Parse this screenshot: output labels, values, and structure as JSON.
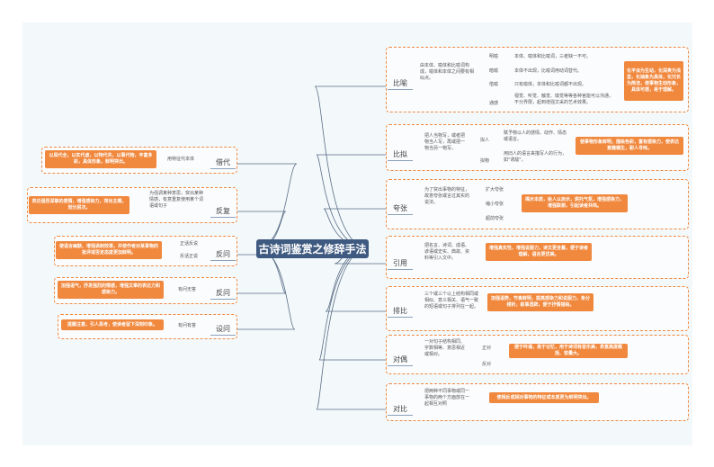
{
  "title": "古诗词鉴赏之修辞手法",
  "right": {
    "biyu": {
      "label": "比喻",
      "desc": "由本体、喻体和比喻词构成，喻体和本体之间要有相似点。",
      "subs": [
        {
          "name": "明喻",
          "text": "本体、喻体和比喻词，三者缺一不可。"
        },
        {
          "name": "暗喻",
          "text": "本体不出现，比喻词用动词替代。"
        },
        {
          "name": "借喻",
          "text": "只有喻体，本体和比喻词都不出现。"
        },
        {
          "name": "通感",
          "text": "视觉、听觉、触觉、嗅觉等等各种官能可以沟通，不分界限，起到增强文采的艺术效果。"
        }
      ],
      "effect": "化平淡为生动，化深奥为浅显，化抽象为具体，化冗长为简洁，使事物生动形象，具体可感，易于理解。"
    },
    "nirenn": {
      "label": "比拟",
      "desc": "把人当物写，或者把物当人写，再或把一物当另一物写。",
      "subs": [
        {
          "name": "拟人",
          "text": "赋予物以人的感情、动作、情态或语言。"
        },
        {
          "name": "拟物",
          "text": "用旧人的语言来描写人的行为，如\"诱敌\"。"
        }
      ],
      "effect": "使事物形象鲜明，描绘色彩，富有感染力，使表达意趣横生，耐人寻味。"
    },
    "kuazhang": {
      "label": "夸张",
      "desc": "为了突出事物的特征，故意夸张或言过其实的说法。",
      "subs": [
        {
          "name": "扩大夸张"
        },
        {
          "name": "缩小夸张"
        },
        {
          "name": "超前夸张"
        }
      ],
      "effect": "揭示本质，给人以启示，烘托气氛，增强感染力，增强联想，引起读者共鸣。"
    },
    "yinyong": {
      "label": "引用",
      "desc": "把名言、诗词、成语、谚语或史实、典故、资料等引入文中。",
      "effect": "增强真实性，增强说服力，诗文更含蓄，便于读者理解，语言更优美。"
    },
    "paibi": {
      "label": "排比",
      "desc": "三个或三个以上结构相同或相似、意义相关、语气一致的短语或句子排列在一起。",
      "effect": "加强语势，节奏鲜明，提高感染力和说服力，条分缕析，叙事透辟，便于抒情描绘。"
    },
    "duiou": {
      "label": "对偶",
      "desc": "一对句子结构相同、字数相等、意思相近或相对。",
      "subs": [
        {
          "name": "正对"
        },
        {
          "name": "反对"
        }
      ],
      "effect": "便于吟诵，易于记忆，用于诗词有音乐美，表意高度概括、容量大。"
    },
    "duibi": {
      "label": "对比",
      "desc": "把两种不同事物或同一事物的两个方面放在一起相互对照",
      "effect": "使相反或相对事物的特征或本质更为鲜明突出。"
    }
  },
  "left": {
    "jiedai": {
      "label": "借代",
      "desc": "用特征代本体",
      "effect": "以局代全，以实代虚，以特代共，以事代物，丰富多彩，具体形象，鲜明突出。"
    },
    "fanfu": {
      "label": "反复",
      "desc": "为强调某种意思，突出某种情感，有意重复使用某个词语或句子",
      "effect": "表达强烈深挚的感情，增强感染力，突出主题，划分层次。"
    },
    "fanwen": {
      "label": "反问",
      "subs": [
        {
          "name": "正话反说"
        },
        {
          "name": "反话正说"
        }
      ],
      "effect": "使语言幽默、增强讽刺效果，并使作者对某事物的批评或否定态度更加鲜明。"
    },
    "fanwen2": {
      "label": "反问",
      "desc": "有问无答",
      "effect": "加强语气，抒发强烈的情感，增强文章的表达力和感染力。"
    },
    "shewen": {
      "label": "设问",
      "desc": "有问有答",
      "effect": "提醒注意，引人思考，使读者留下深刻印象。"
    }
  }
}
